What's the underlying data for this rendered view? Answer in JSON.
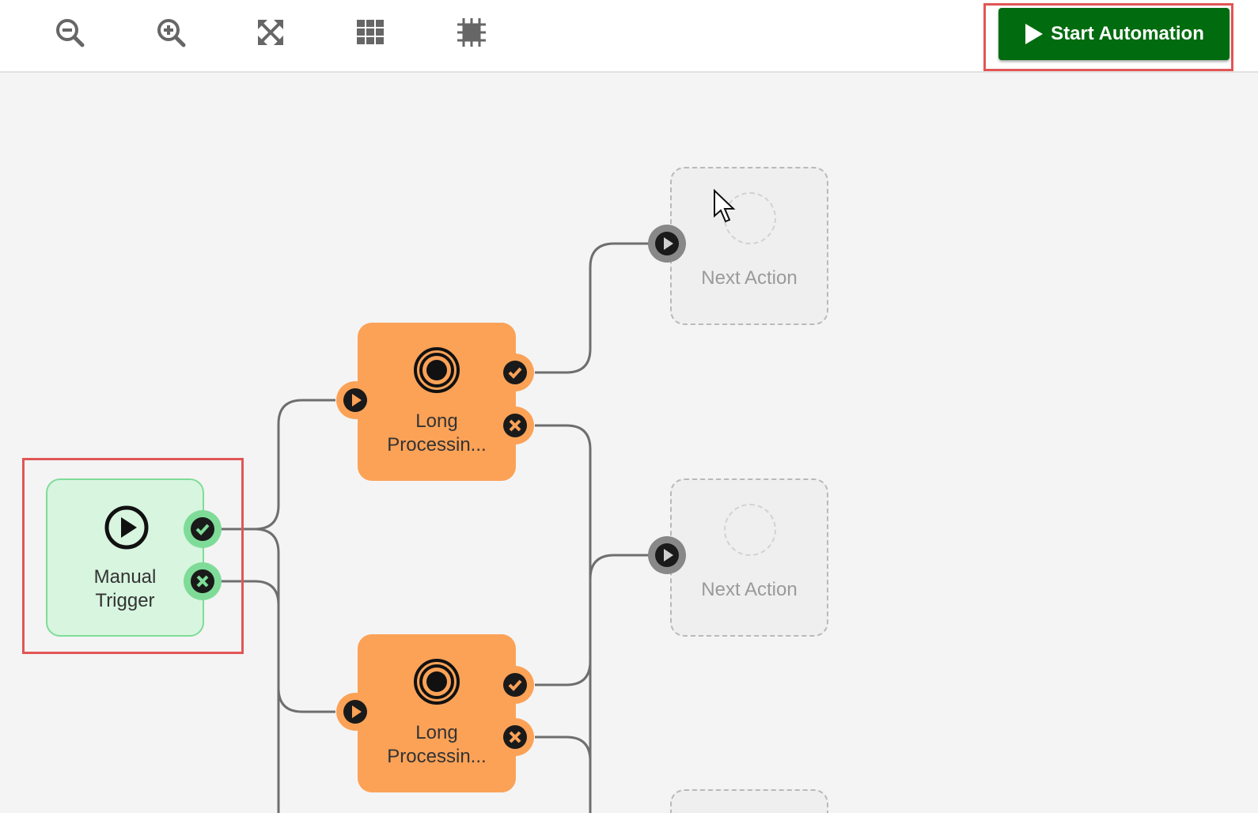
{
  "toolbar": {
    "tools": [
      {
        "name": "zoom-out-icon"
      },
      {
        "name": "zoom-in-icon"
      },
      {
        "name": "fit-to-screen-icon"
      },
      {
        "name": "grid-icon"
      },
      {
        "name": "snap-grid-icon"
      }
    ],
    "start_label": "Start Automation"
  },
  "nodes": {
    "trigger": {
      "label_line1": "Manual",
      "label_line2": "Trigger",
      "icon": "play-circle-icon"
    },
    "process_1": {
      "label_line1": "Long",
      "label_line2": "Processin...",
      "icon": "target-icon"
    },
    "process_2": {
      "label_line1": "Long",
      "label_line2": "Processin...",
      "icon": "target-icon"
    },
    "next_1": {
      "label": "Next Action"
    },
    "next_2": {
      "label": "Next Action"
    }
  },
  "colors": {
    "start_button": "#006b0f",
    "trigger_fill": "#d7f5df",
    "trigger_border": "#7fdc98",
    "process_fill": "#fba257",
    "port_success_green": "#7fdc98",
    "port_orange": "#fba257",
    "port_gray": "#888888",
    "highlight": "#e25555"
  }
}
